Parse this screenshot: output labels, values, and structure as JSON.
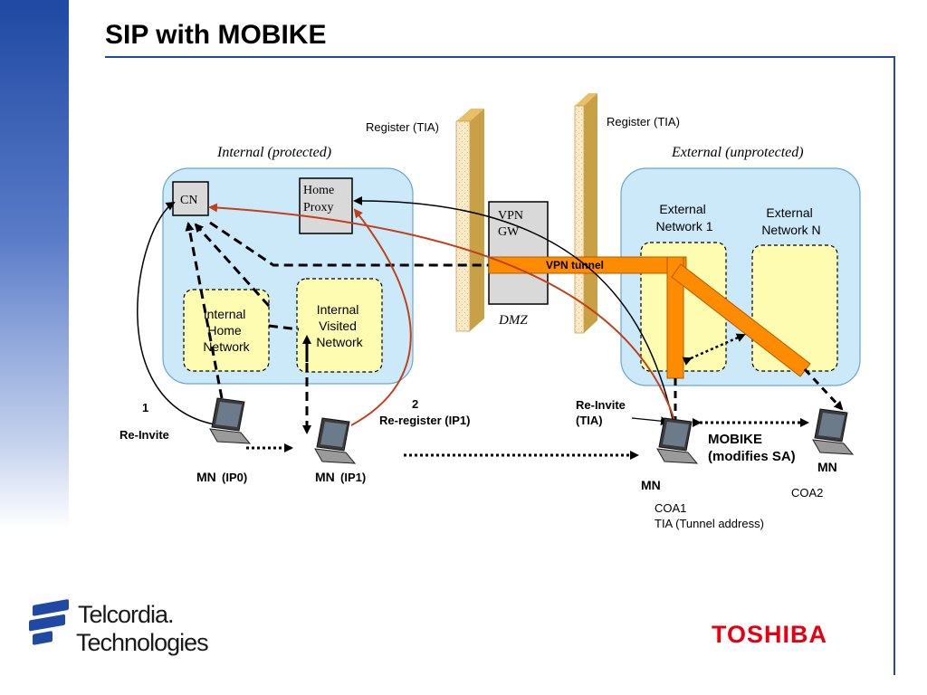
{
  "slide": {
    "title": "SIP with MOBIKE"
  },
  "diagram": {
    "zones": {
      "internal": "Internal (protected)",
      "external": "External (unprotected)",
      "dmz": "DMZ"
    },
    "nodes": {
      "cn": "CN",
      "home_proxy_line1": "Home",
      "home_proxy_line2": "Proxy",
      "vpn_gw_line1": "VPN",
      "vpn_gw_line2": "GW",
      "internal_home_network": [
        "Internal",
        "Home",
        "Network"
      ],
      "internal_visited_network": [
        "Internal",
        "Visited",
        "Network"
      ],
      "external_network_1": [
        "External",
        "Network 1"
      ],
      "external_network_n": [
        "External",
        "Network N"
      ]
    },
    "labels": {
      "register_left": "Register (TIA)",
      "register_right": "Register (TIA)",
      "vpn_tunnel": "VPN tunnel",
      "step1_number": "1",
      "step1_text": "Re-Invite",
      "step2_number": "2",
      "step2_text": "Re-register (IP1)",
      "reinvite_tia_line1": "Re-Invite",
      "reinvite_tia_line2": "(TIA)",
      "mobike_line1": "MOBIKE",
      "mobike_line2": "(modifies SA)",
      "mn": "MN",
      "mn_ip0": "(IP0)",
      "mn_ip1": "(IP1)",
      "coa1": "COA1",
      "tia_tunnel_address": "TIA (Tunnel address)",
      "coa2": "COA2"
    },
    "colors": {
      "zone_fill": "#cce9fa",
      "network_fill": "#fdfcb0",
      "tunnel_orange": "#ff8c00",
      "firewall": "#c8a046",
      "sip_arrow_red": "#c0401a"
    }
  },
  "footer": {
    "telcordia_line1": "Telcordia.",
    "telcordia_line2": "Technologies",
    "toshiba": "TOSHIBA"
  }
}
